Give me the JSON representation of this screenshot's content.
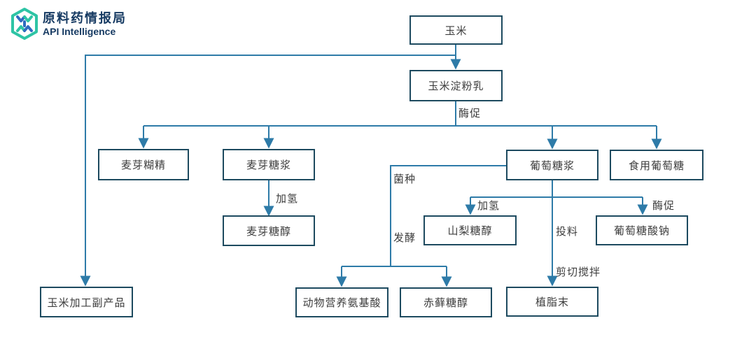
{
  "logo": {
    "title": "原料药情报局",
    "subtitle": "API Intelligence",
    "icon": "hexagon-snowflake-logo",
    "colors": {
      "hexagon_teal": "#2ec4a5",
      "arrow_blue": "#2f6bc0",
      "text_navy": "#173b63"
    }
  },
  "diagram": {
    "type": "flowchart",
    "colors": {
      "box_border": "#1d4a5f",
      "box_fill": "#ffffff",
      "connector": "#2e7ba8",
      "text": "#3d3d3d",
      "background": "#ffffff"
    },
    "nodes": {
      "corn": "玉米",
      "corn_starch_milk": "玉米淀粉乳",
      "maltodextrin": "麦芽糊精",
      "maltose_syrup": "麦芽糖浆",
      "maltitol": "麦芽糖醇",
      "glucose_syrup": "葡萄糖浆",
      "edible_glucose": "食用葡萄糖",
      "sorbitol": "山梨糖醇",
      "sodium_gluconate": "葡萄糖酸钠",
      "corn_byproducts": "玉米加工副产品",
      "animal_amino_acids": "动物营养氨基酸",
      "erythritol": "赤藓糖醇",
      "creamer": "植脂末"
    },
    "edge_labels": {
      "enzymatic_top": "酶促",
      "hydrogenation_left": "加氢",
      "hydrogenation_right": "加氢",
      "enzymatic_right": "酶促",
      "strain": "菌种",
      "fermentation": "发酵",
      "feeding": "投料",
      "shear_mixing": "剪切搅拌"
    },
    "edges": [
      {
        "from": "corn",
        "to": "corn_starch_milk",
        "label": ""
      },
      {
        "from": "corn",
        "to": "corn_byproducts",
        "label": ""
      },
      {
        "from": "corn_starch_milk",
        "to": "maltodextrin",
        "label": "酶促"
      },
      {
        "from": "corn_starch_milk",
        "to": "maltose_syrup",
        "label": "酶促"
      },
      {
        "from": "corn_starch_milk",
        "to": "glucose_syrup",
        "label": "酶促"
      },
      {
        "from": "corn_starch_milk",
        "to": "edible_glucose",
        "label": "酶促"
      },
      {
        "from": "maltose_syrup",
        "to": "maltitol",
        "label": "加氢"
      },
      {
        "from": "glucose_syrup",
        "to": "sorbitol",
        "label": "加氢"
      },
      {
        "from": "glucose_syrup",
        "to": "sodium_gluconate",
        "label": "酶促"
      },
      {
        "from": "glucose_syrup",
        "to": "animal_amino_acids",
        "label": "菌种 发酵"
      },
      {
        "from": "glucose_syrup",
        "to": "erythritol",
        "label": "菌种 发酵"
      },
      {
        "from": "glucose_syrup",
        "to": "creamer",
        "label": "投料 剪切搅拌"
      }
    ]
  }
}
